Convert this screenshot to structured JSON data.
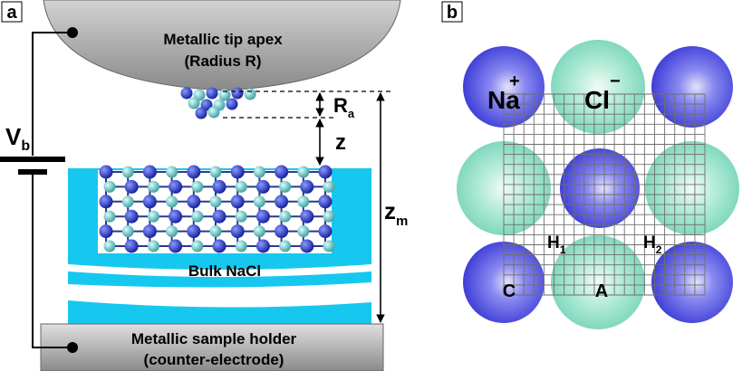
{
  "panel_a": {
    "panel_label": "a",
    "tip": {
      "title_line1": "Metallic tip apex",
      "title_line2": "(Radius R)"
    },
    "bias": {
      "symbol": "V",
      "subscript": "b"
    },
    "dims": {
      "ra_symbol": "R",
      "ra_subscript": "a",
      "z_symbol": "z",
      "zm_symbol": "z",
      "zm_subscript": "m"
    },
    "bulk_label": "Bulk NaCl",
    "holder": {
      "line1": "Metallic sample holder",
      "line2": "(counter-electrode)"
    },
    "colors": {
      "nacl_bulk": "#16c8f0",
      "na_atom": "#1e2ad6",
      "cl_atom": "#5cc0c0",
      "tip_gray": "#9c9c9c"
    }
  },
  "panel_b": {
    "panel_label": "b",
    "na_label": "Na",
    "na_charge": "+",
    "cl_label": "Cl",
    "cl_charge": "−",
    "h1": "H",
    "h1_sub": "1",
    "h2": "H",
    "h2_sub": "2",
    "c_label": "C",
    "a_label": "A",
    "colors": {
      "na_ion": "#4646e0",
      "cl_ion": "#8ee0c4",
      "grid": "#707070"
    }
  }
}
